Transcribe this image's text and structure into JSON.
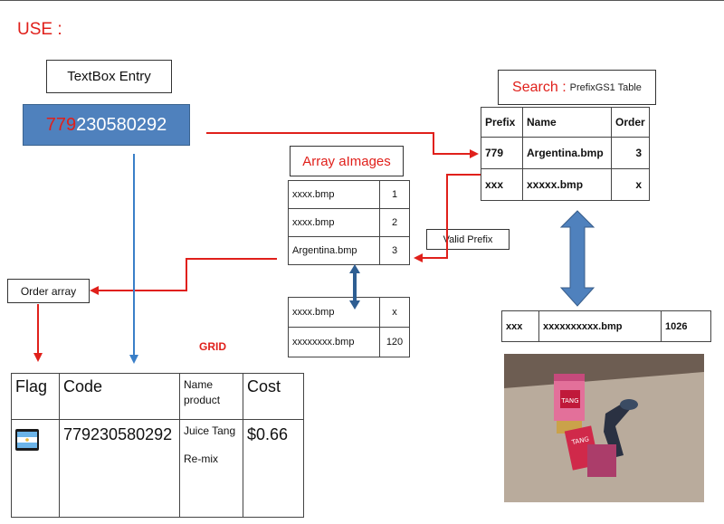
{
  "title": "USE :",
  "textbox": {
    "label": "TextBox  Entry",
    "value_prefix": "779",
    "value_rest": "230580292"
  },
  "search": {
    "label": "Search :",
    "table_name": "PrefixGS1 Table"
  },
  "prefix_table": {
    "headers": [
      "Prefix",
      "Name",
      "Order"
    ],
    "rows": [
      [
        "779",
        "Argentina.bmp",
        "3"
      ],
      [
        "xxx",
        "xxxxx.bmp",
        "x"
      ]
    ]
  },
  "array": {
    "title": "Array aImages",
    "rows_top": [
      [
        "xxxx.bmp",
        "1"
      ],
      [
        "xxxx.bmp",
        "2"
      ],
      [
        "Argentina.bmp",
        "3"
      ]
    ],
    "rows_bottom": [
      [
        "xxxx.bmp",
        "x"
      ],
      [
        "xxxxxxxx.bmp",
        "120"
      ]
    ]
  },
  "valid_prefix": "Valid Prefix",
  "order_array": "Order array",
  "result_row": [
    "xxx",
    "xxxxxxxxxx.bmp",
    "1026"
  ],
  "grid": {
    "label": "GRID",
    "headers": {
      "flag": "Flag",
      "code": "Code",
      "name_line1": "Name",
      "name_line2": "product",
      "cost": "Cost"
    },
    "row": {
      "code": "779230580292",
      "name_line1": "Juice Tang",
      "name_line2": "Re-mix",
      "cost": "$0.66"
    }
  },
  "photo": {
    "packet_text": "TANG"
  },
  "colors": {
    "red": "#e0201b",
    "blue": "#4f81bd",
    "arrow_blue": "#3a7fc8"
  }
}
